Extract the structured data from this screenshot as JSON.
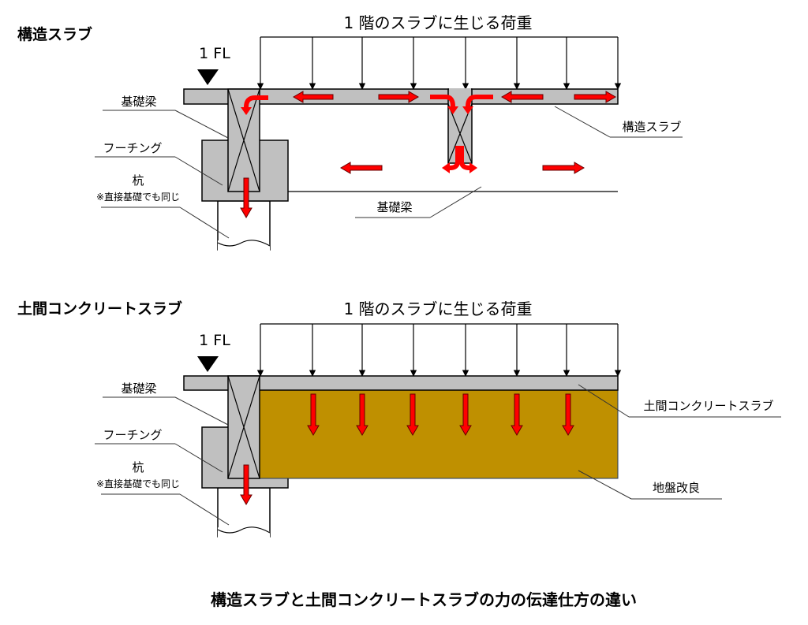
{
  "top": {
    "title": "構造スラブ",
    "load_label": "1 階のスラブに生じる荷重",
    "fl_label": "1 FL",
    "beam_label": "基礎梁",
    "footing_label": "フーチング",
    "pile_label": "杭",
    "pile_note": "※直接基礎でも同じ",
    "slab_label": "構造スラブ",
    "mid_beam_label": "基礎梁"
  },
  "bottom": {
    "title": "土間コンクリートスラブ",
    "load_label": "1 階のスラブに生じる荷重",
    "fl_label": "1 FL",
    "beam_label": "基礎梁",
    "footing_label": "フーチング",
    "pile_label": "杭",
    "pile_note": "※直接基礎でも同じ",
    "slab_label": "土間コンクリートスラブ",
    "soil_label": "地盤改良"
  },
  "caption": "構造スラブと土間コンクリートスラブの力の伝達仕方の違い",
  "colors": {
    "concrete": "#c0c0c0",
    "soil": "#bf9000",
    "arrow": "#ff0000"
  }
}
